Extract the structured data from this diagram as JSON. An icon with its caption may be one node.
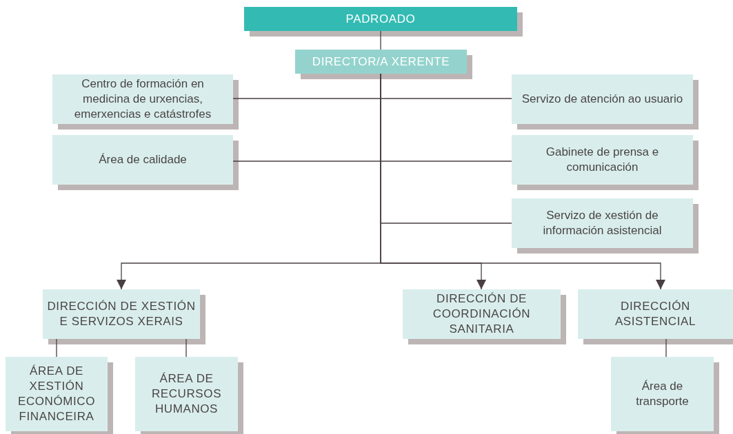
{
  "diagram": {
    "nodes": [
      {
        "text": [
          "PADROADO"
        ]
      },
      {
        "text": [
          "DIRECTOR/A XERENTE"
        ]
      },
      {
        "text": [
          "Centro de formación en medicina de urxencias, emerxencias e catástrofes"
        ]
      },
      {
        "text": [
          "Servizo de atención ao usuario"
        ]
      },
      {
        "text": [
          "Área de calidade"
        ]
      },
      {
        "text": [
          "Gabinete de prensa e comunicación"
        ]
      },
      {
        "text": [
          "Servizo de xestión de información asistencial"
        ]
      },
      {
        "text": [
          "DIRECCIÓN DE XESTIÓN E SERVIZOS XERAIS"
        ]
      },
      {
        "text": [
          "DIRECCIÓN DE COORDINACIÓN SANITARIA"
        ]
      },
      {
        "text": [
          "DIRECCIÓN ASISTENCIAL"
        ]
      },
      {
        "text": [
          "ÁREA DE XESTIÓN ECONÓMICO FINANCEIRA"
        ]
      },
      {
        "text": [
          "ÁREA DE RECURSOS HUMANOS"
        ]
      },
      {
        "text": [
          "Área de transporte"
        ]
      }
    ],
    "edges": [
      {
        "from": 0,
        "to": 1,
        "arrow": "none"
      },
      {
        "from": 1,
        "to": 2,
        "arrow": "none"
      },
      {
        "from": 1,
        "to": 3,
        "arrow": "none"
      },
      {
        "from": 1,
        "to": 4,
        "arrow": "none"
      },
      {
        "from": 1,
        "to": 5,
        "arrow": "none"
      },
      {
        "from": 1,
        "to": 6,
        "arrow": "none"
      },
      {
        "from": 1,
        "to": 7,
        "arrow": "to"
      },
      {
        "from": 1,
        "to": 8,
        "arrow": "to"
      },
      {
        "from": 1,
        "to": 9,
        "arrow": "to"
      },
      {
        "from": 7,
        "to": 10,
        "arrow": "none"
      },
      {
        "from": 7,
        "to": 11,
        "arrow": "none"
      },
      {
        "from": 9,
        "to": 12,
        "arrow": "none"
      }
    ]
  }
}
